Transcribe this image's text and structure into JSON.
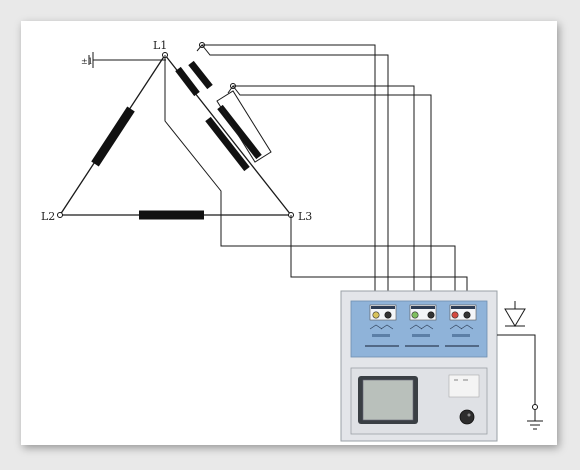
{
  "diagram": {
    "nodes": {
      "l1": "L1",
      "l2": "L2",
      "l3": "L3",
      "ground_tag": "±1"
    },
    "tester": {
      "terminal_group_labels": [
        "",
        "",
        ""
      ],
      "terminal_group_sublabels": [
        "",
        "",
        ""
      ],
      "screen_label": ""
    },
    "colors": {
      "panel_blue": "#8fb3d9",
      "panel_body": "#e4e6ea",
      "screen": "#b9c0bb",
      "wire": "#1a1a1a"
    }
  }
}
